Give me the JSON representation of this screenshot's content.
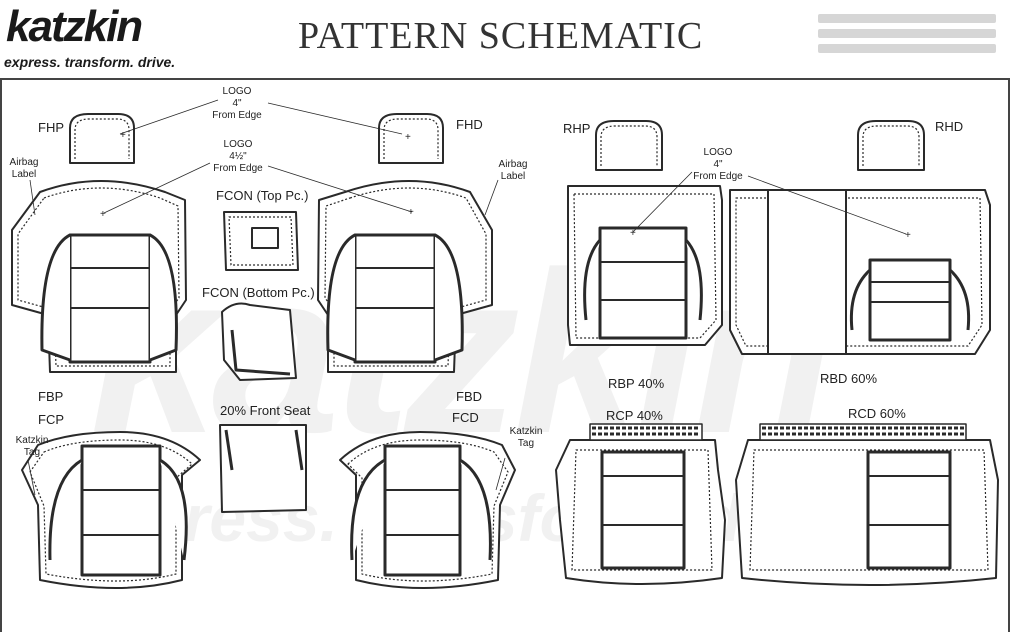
{
  "header": {
    "brand_name": "katzkin",
    "brand_tagline": "express. transform. drive.",
    "title": "PATTERN SCHEMATIC"
  },
  "watermark": {
    "brand": "katzkin",
    "tagline": "express. transform. drive."
  },
  "labels": {
    "fhp": "FHP",
    "fhd": "FHD",
    "rhp": "RHP",
    "rhd": "RHD",
    "fbp": "FBP",
    "fbd": "FBD",
    "fcp": "FCP",
    "fcd": "FCD",
    "rbp": "RBP 40%",
    "rbd": "RBD 60%",
    "rcp": "RCP 40%",
    "rcd": "RCD 60%",
    "fcon_top": "FCON (Top Pc.)",
    "fcon_bottom": "FCON (Bottom Pc.)",
    "front_seat_20": "20% Front Seat"
  },
  "notes": {
    "logo_4_line1": "LOGO",
    "logo_4_line2": "4\"",
    "logo_4_line3": "From Edge",
    "logo_45_line1": "LOGO",
    "logo_45_line2": "4½\"",
    "logo_45_line3": "From Edge",
    "rear_logo_line1": "LOGO",
    "rear_logo_line2": "4\"",
    "rear_logo_line3": "From Edge",
    "airbag_left_line1": "Airbag",
    "airbag_left_line2": "Label",
    "airbag_right_line1": "Airbag",
    "airbag_right_line2": "Label",
    "tag_left_line1": "Katzkin",
    "tag_left_line2": "Tag",
    "tag_right_line1": "Katzkin",
    "tag_right_line2": "Tag"
  },
  "colors": {
    "line": "#2a2a2a",
    "watermark": "#f1f1f1",
    "fill": "#ffffff"
  }
}
